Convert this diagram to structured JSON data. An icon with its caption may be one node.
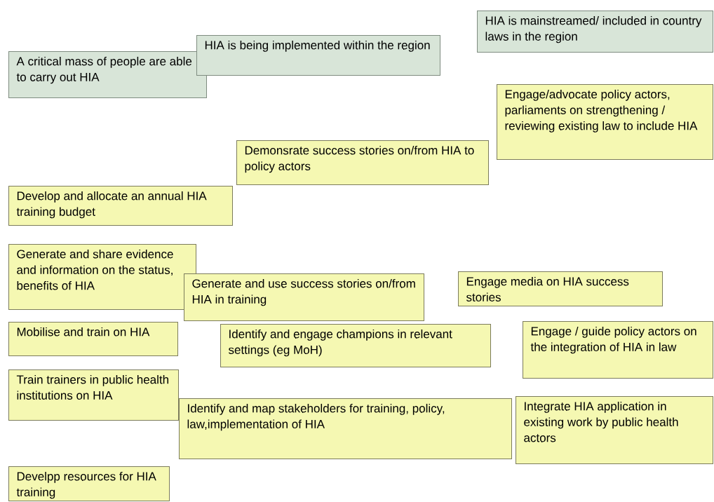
{
  "diagram": {
    "nodes": [
      {
        "text": [
          "A critical mass of people are able to carry out HIA"
        ]
      },
      {
        "text": [
          "HIA is being implemented within the region"
        ]
      },
      {
        "text": [
          "HIA is mainstreamed/ included in country laws in the region"
        ]
      },
      {
        "text": [
          "Engage/advocate policy actors, parliaments on strengthening / reviewing existing law  to include HIA"
        ]
      },
      {
        "text": [
          "Demonsrate success stories on/from  HIA to policy actors"
        ]
      },
      {
        "text": [
          "Develop and allocate an annual HIA training budget"
        ]
      },
      {
        "text": [
          "Generate and share evidence and information  on the status, benefits of HIA"
        ]
      },
      {
        "text": [
          "Generate and use success stories on/from  HIA in training"
        ]
      },
      {
        "text": [
          "Engage media on HIA success stories"
        ]
      },
      {
        "text": [
          "Mobilise and train on HIA"
        ]
      },
      {
        "text": [
          "Identify and engage champions in relevant settings (eg MoH)"
        ]
      },
      {
        "text": [
          "Engage / guide policy actors on the integration of  HIA in law"
        ]
      },
      {
        "text": [
          "Train trainers in public health institutions on HIA"
        ]
      },
      {
        "text": [
          "Identify and map stakeholders for training, policy,  law,implementation of HIA"
        ]
      },
      {
        "text": [
          "Integrate HIA application in existing work by public health actors"
        ]
      },
      {
        "text": [
          "Develpp resources for HIA training"
        ]
      }
    ]
  }
}
